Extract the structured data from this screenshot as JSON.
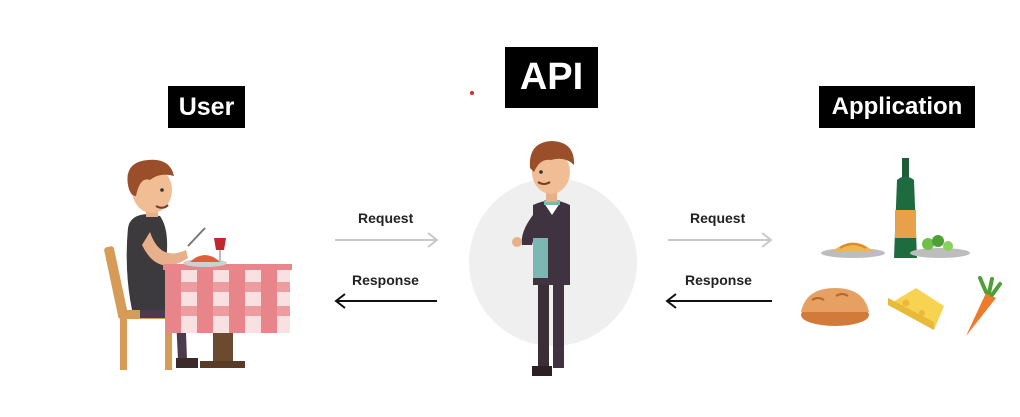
{
  "labels": {
    "user": "User",
    "api": "API",
    "application": "Application"
  },
  "arrows": {
    "left_request": "Request",
    "left_response": "Response",
    "right_request": "Request",
    "right_response": "Response"
  },
  "colors": {
    "label_bg": "#000000",
    "label_text": "#ffffff",
    "request_arrow": "#c8c8c8",
    "response_arrow": "#111111",
    "waiter_circle": "#efefef"
  },
  "icons": [
    "diner-illustration",
    "waiter-illustration",
    "food-illustration"
  ]
}
